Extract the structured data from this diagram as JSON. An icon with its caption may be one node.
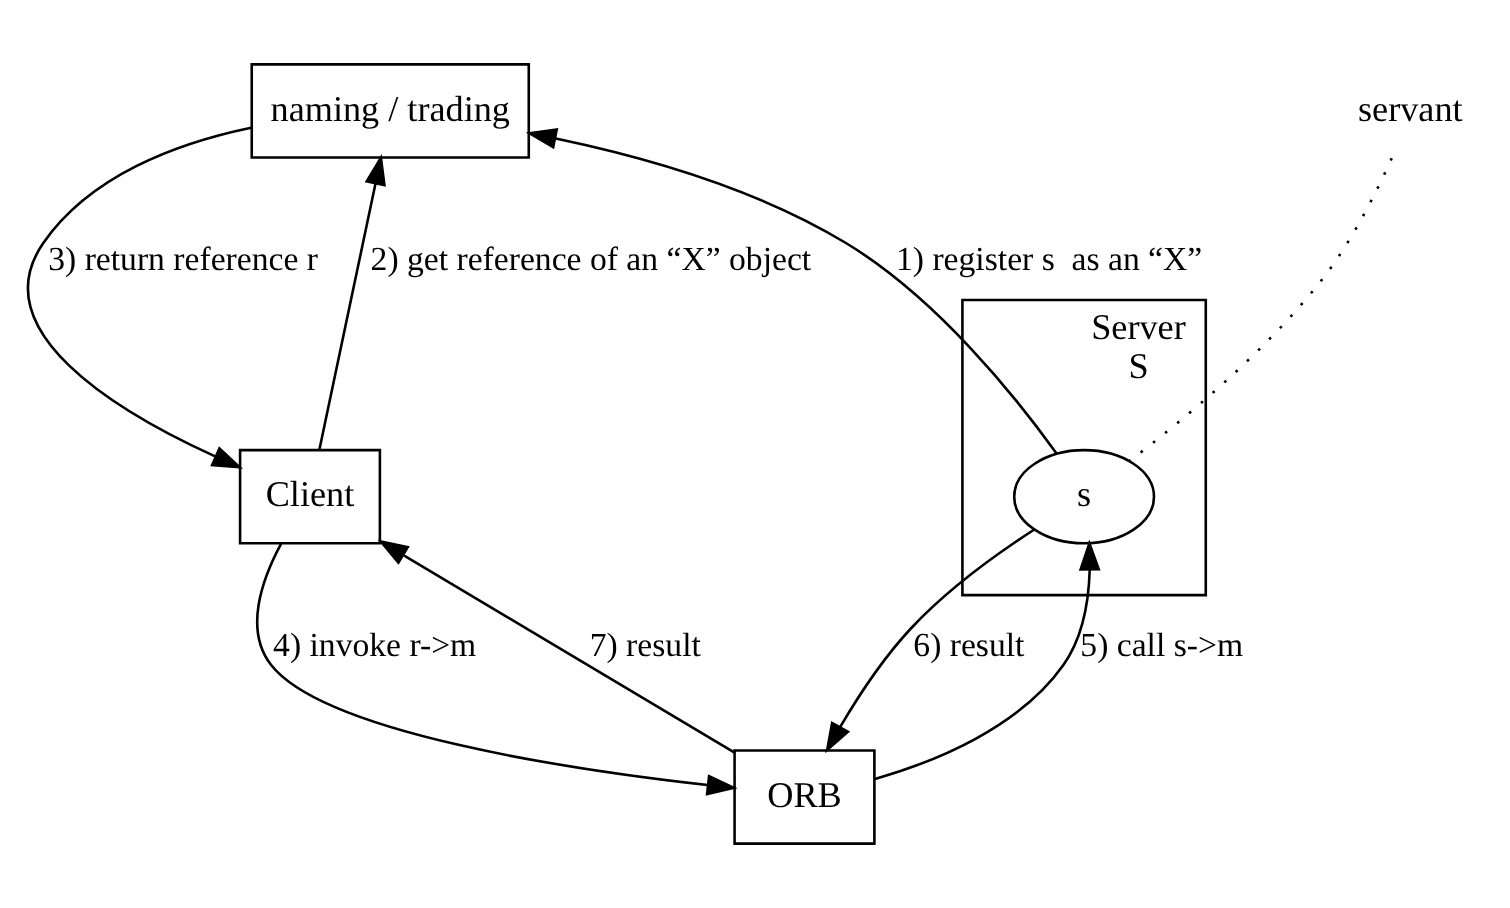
{
  "diagram": {
    "nodes": [
      {
        "text": [
          "naming / trading"
        ]
      },
      {
        "text": [
          "Client"
        ]
      },
      {
        "text": [
          "Server",
          "S"
        ]
      },
      {
        "text": [
          "s"
        ],
        "in": 2
      },
      {
        "text": [
          "ORB"
        ]
      },
      {
        "text": [
          "servant"
        ]
      }
    ],
    "edges": [
      {
        "from": 1,
        "to": 0,
        "arrow": "to",
        "label": "2) get reference of an “X” object"
      },
      {
        "from": 0,
        "to": 1,
        "arrow": "to",
        "label": "3) return reference r"
      },
      {
        "from": 3,
        "to": 0,
        "arrow": "to",
        "label": "1) register s  as an “X”"
      },
      {
        "from": 1,
        "to": 4,
        "arrow": "to",
        "label": "4) invoke r->m"
      },
      {
        "from": 4,
        "to": 1,
        "arrow": "to",
        "label": "7) result"
      },
      {
        "from": 4,
        "to": 3,
        "arrow": "to",
        "label": "5) call s->m"
      },
      {
        "from": 3,
        "to": 4,
        "arrow": "to",
        "label": "6) result"
      },
      {
        "from": 5,
        "to": 3,
        "arrow": "none",
        "style": "dashed"
      }
    ]
  }
}
